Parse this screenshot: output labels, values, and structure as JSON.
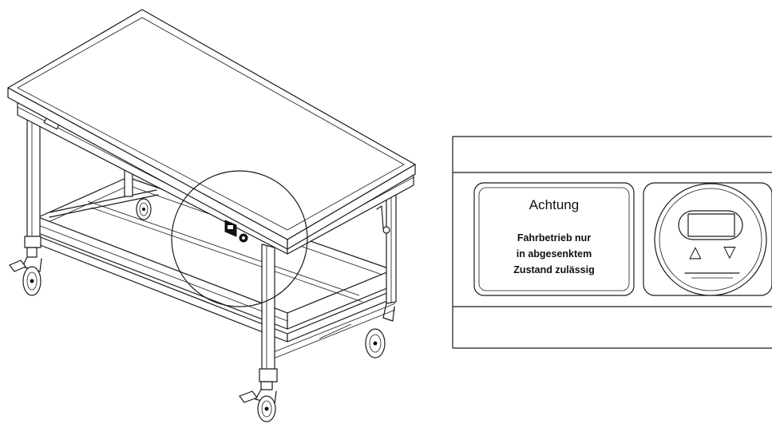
{
  "warning_label": {
    "title": "Achtung",
    "lines": [
      "Fahrbetrieb nur",
      "in abgesenktem",
      "Zustand zulässig"
    ]
  },
  "control": {
    "up_symbol": "△",
    "down_symbol": "▽"
  }
}
